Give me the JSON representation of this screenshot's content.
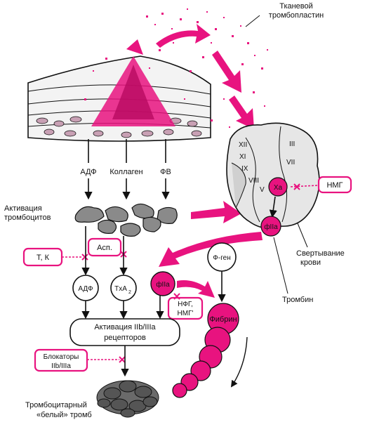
{
  "labels": {
    "tissue_thromboplastin": "Тканевой тромбопластин",
    "adp_top": "АДФ",
    "collagen": "Коллаген",
    "vwf": "ФВ",
    "platelet_activation": "Активация тромбоцитов",
    "t_k": "Т, К",
    "asp": "Асп.",
    "adp_circle": "АДФ",
    "txa2": "TxA",
    "txa2_sub": "2",
    "fiia_small": "фIIa",
    "nfg_nmg": "НФГ, НМГ'",
    "f_gen": "Ф-ген",
    "fibrin": "Фибрин",
    "receptor_activation": "Активация IIb/IIIa рецепторов",
    "blockers": "Блокаторы IIb/IIIa",
    "white_thrombus": "Тромбоцитарный «белый» тромб",
    "coagulation": "Свертывание крови",
    "thrombin": "Тромбин",
    "nmg": "НМГ",
    "xa": "Xa",
    "fiia": "фIIa",
    "factors": [
      "XII",
      "XI",
      "IX",
      "VIII",
      "V",
      "III",
      "VII"
    ]
  },
  "colors": {
    "accent": "#e8137f",
    "ink": "#111111"
  }
}
